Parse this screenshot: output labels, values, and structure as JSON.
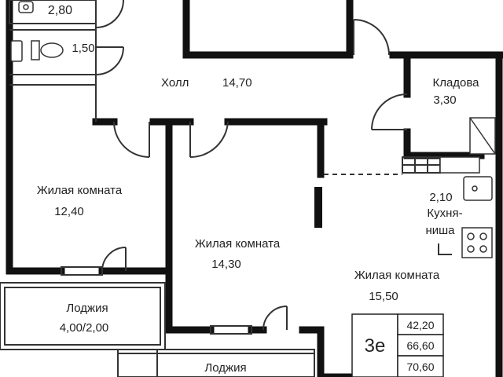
{
  "rooms": {
    "bath_area": "2,80",
    "wc_area": "1,50",
    "hall_name": "Холл",
    "hall_area": "14,70",
    "storage_name": "Кладова",
    "storage_area": "3,30",
    "living1_name": "Жилая комната",
    "living1_area": "12,40",
    "living2_name": "Жилая комната",
    "living2_area": "14,30",
    "living3_name": "Жилая комната",
    "living3_area": "15,50",
    "kitchen_area": "2,10",
    "kitchen_name_line1": "Кухня-",
    "kitchen_name_line2": "ниша",
    "loggia1_name": "Лоджия",
    "loggia1_area": "4,00/2,00",
    "loggia2_name": "Лоджия"
  },
  "summary": {
    "type": "3е",
    "living_area": "42,20",
    "total_area": "66,60",
    "total_with_loggia": "70,60"
  },
  "colors": {
    "wall": "#111111",
    "thin_line": "#333333",
    "fixture_fill": "#ffffff"
  }
}
